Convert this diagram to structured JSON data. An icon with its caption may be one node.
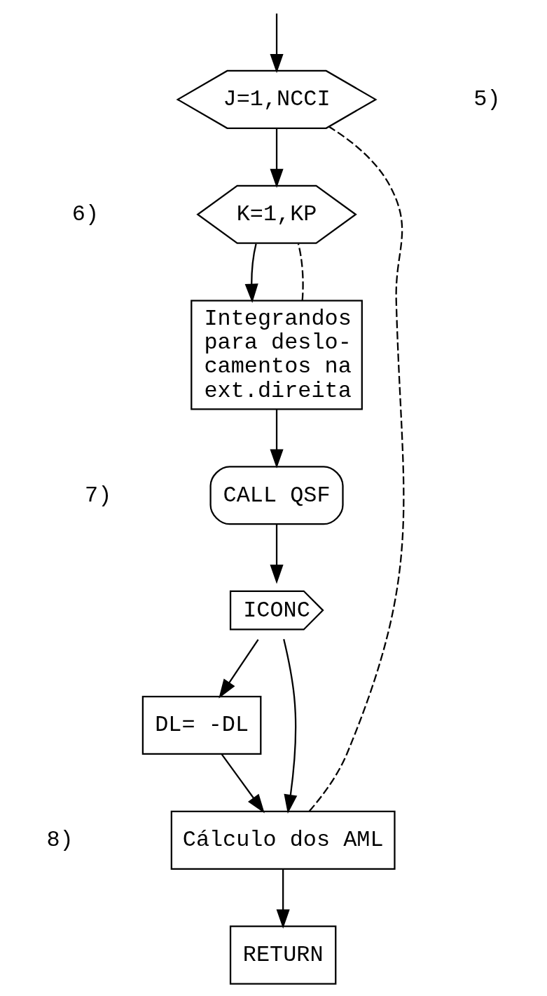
{
  "diagram": {
    "nodes": [
      {
        "text": [
          "J=1,NCCI"
        ]
      },
      {
        "text": [
          "K=1,KP"
        ]
      },
      {
        "text": [
          "Integrandos para deslo- camentos na ext.direita"
        ]
      },
      {
        "text": [
          "CALL QSF"
        ]
      },
      {
        "text": [
          "ICONC"
        ]
      },
      {
        "text": [
          "DL= -DL"
        ]
      },
      {
        "text": [
          "Cálculo dos AML"
        ]
      },
      {
        "text": [
          "RETURN"
        ]
      }
    ],
    "edges": [
      {
        "from": null,
        "to": 0,
        "arrow": "to"
      },
      {
        "from": 0,
        "to": 1,
        "arrow": "to"
      },
      {
        "from": 1,
        "to": 2,
        "arrow": "to"
      },
      {
        "from": 2,
        "to": 3,
        "arrow": "to"
      },
      {
        "from": 3,
        "to": 4,
        "arrow": "to"
      },
      {
        "from": 4,
        "to": 5,
        "arrow": "to"
      },
      {
        "from": 5,
        "to": 6,
        "arrow": "to"
      },
      {
        "from": 4,
        "to": 6,
        "arrow": "to"
      },
      {
        "from": 6,
        "to": 7,
        "arrow": "to"
      },
      {
        "from": 2,
        "to": 1,
        "arrow": "none",
        "style": "dashed"
      },
      {
        "from": 6,
        "to": 0,
        "arrow": "none",
        "style": "dashed"
      }
    ],
    "labels": [
      "5)",
      "6)",
      "7)",
      "8)"
    ]
  }
}
